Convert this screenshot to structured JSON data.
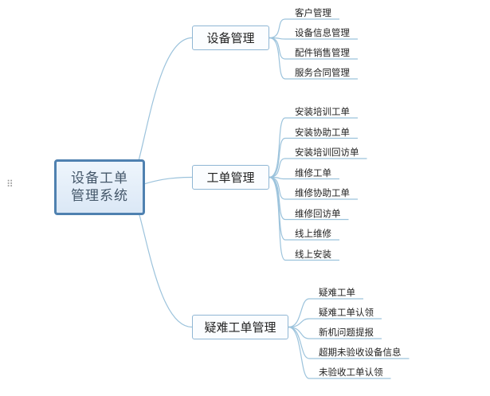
{
  "root": {
    "line1": "设备工单",
    "line2": "管理系统"
  },
  "branches": [
    {
      "label": "设备管理",
      "children": [
        "客户管理",
        "设备信息管理",
        "配件销售管理",
        "服务合同管理"
      ]
    },
    {
      "label": "工单管理",
      "children": [
        "安装培训工单",
        "安装协助工单",
        "安装培训回访单",
        "维修工单",
        "维修协助工单",
        "维修回访单",
        "线上维修",
        "线上安装"
      ]
    },
    {
      "label": "疑难工单管理",
      "children": [
        "疑难工单",
        "疑难工单认领",
        "新机问题提报",
        "超期未验收设备信息",
        "未验收工单认领"
      ]
    }
  ],
  "colors": {
    "line": "#9cc3dc",
    "rootBorder": "#4f81b0",
    "branchBorder": "#8fb6d4"
  },
  "icons": {
    "handle": "drag-handle-icon"
  }
}
